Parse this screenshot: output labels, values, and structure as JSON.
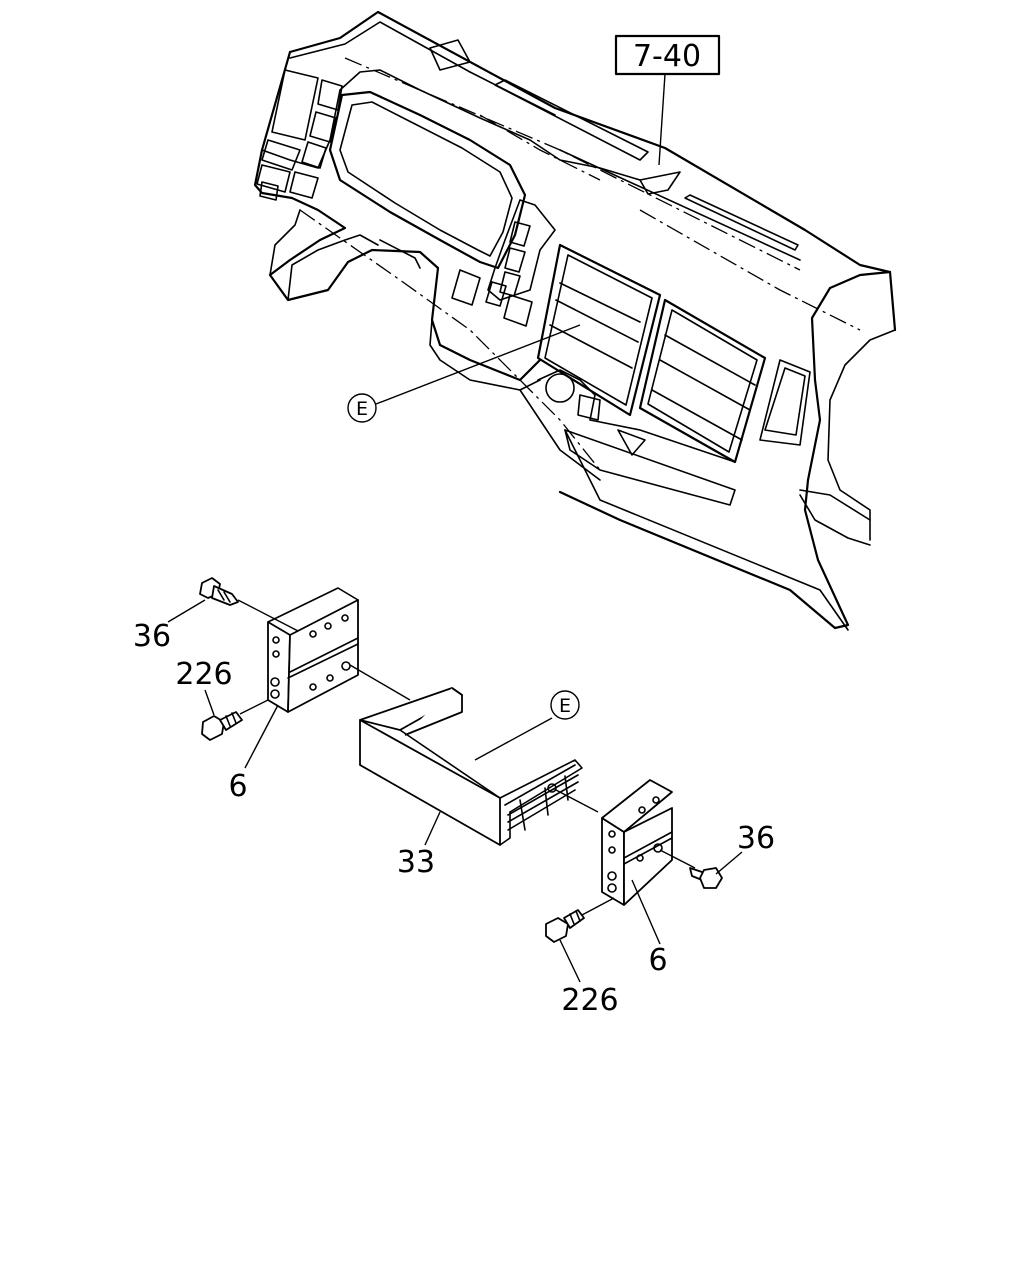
{
  "diagram": {
    "ref_box": "7-40",
    "callouts": [
      {
        "id": "E-dash",
        "text": "E"
      },
      {
        "id": "E-part",
        "text": "E"
      }
    ],
    "part_labels": {
      "screw_upper_left": "36",
      "bolt_upper_left": "226",
      "bracket_left": "6",
      "pocket": "33",
      "screw_right": "36",
      "bracket_right": "6",
      "bolt_lower_right": "226"
    }
  }
}
